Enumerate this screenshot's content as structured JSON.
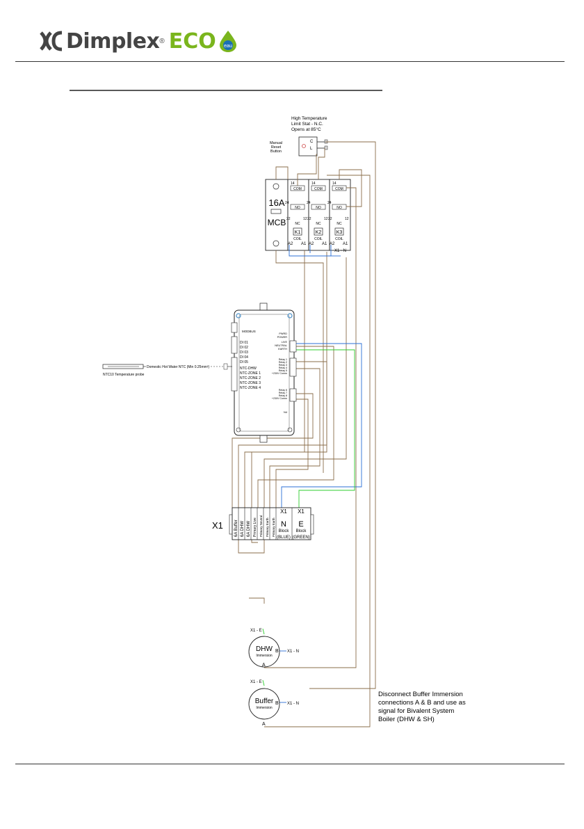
{
  "header": {
    "brand": "Dimplex",
    "brand_suffix": "ECO",
    "brand_badge": "eau",
    "reg_mark": "®"
  },
  "diagram": {
    "hi_temp": [
      "High Temperature",
      "Limit Stat - N.C.",
      "Opens at 85°C"
    ],
    "reset": [
      "Manual",
      "Reset",
      "Button"
    ],
    "mcb": {
      "rating": "16A",
      "label": "MCB"
    },
    "relays": [
      {
        "com": "COM",
        "no": "NO",
        "nc": "NC",
        "k": "K1",
        "coil": "COIL"
      },
      {
        "com": "COM",
        "no": "NO",
        "nc": "NC",
        "k": "K2",
        "coil": "COIL"
      },
      {
        "com": "COM",
        "no": "NO",
        "nc": "NC",
        "k": "K3",
        "coil": "COIL"
      }
    ],
    "pins": {
      "p14": "14",
      "p24": "24",
      "p22": "22",
      "p12": "12",
      "pA1": "A1",
      "pA2": "A2",
      "x1n": "X1 - N"
    },
    "controller": {
      "modbus": "MODBUS",
      "inputs": [
        "DI 01",
        "DI 02",
        "DI 03",
        "DI 04",
        "DI 05",
        "NTC-DHW",
        "NTC-ZONE 1",
        "NTC-ZONE 2",
        "NTC-ZONE 3",
        "NTC-ZONE 4"
      ],
      "power": [
        "PWRD",
        "POWER",
        "LIVE",
        "NEUTRAL",
        "EARTH"
      ],
      "relays_a": [
        "Relay 1",
        "Relay 2",
        "Relay 3",
        "Relay 4",
        "Relay 5",
        "+230V Comm"
      ],
      "relays_b": [
        "Relay 6",
        "Relay 7",
        "Relay 8",
        "+230V Comm"
      ],
      "code": "N4"
    },
    "probe": {
      "caption": "Domestic Hot Water NTC (Min 0.25mm²)",
      "label": "NTC10 Temperature probe"
    },
    "x1": {
      "label": "X1",
      "terminals": [
        "6A Buffer",
        "6A DHW",
        "6A DHW",
        "Primary Live",
        "Primary Neutral",
        "Primary Earth",
        "Primary Earth"
      ],
      "n_block": {
        "x": "X1",
        "letter": "N",
        "word": "Block",
        "color": "(BLUE)"
      },
      "e_block": {
        "x": "X1",
        "letter": "E",
        "word": "Block",
        "color": "(GREEN)"
      }
    },
    "dhw": {
      "name": "DHW",
      "sub": "Immersion",
      "top": "X1 - E",
      "b": "B",
      "a": "A",
      "n": "X1 - N"
    },
    "buffer": {
      "name": "Buffer",
      "sub": "Immersion",
      "top": "X1 - E",
      "b": "B",
      "a": "A",
      "n": "X1 - N"
    },
    "note": [
      "Disconnect Buffer Immersion",
      "connections A & B and use as",
      "signal for Bivalent System",
      "Boiler (DHW & SH)"
    ]
  },
  "colors": {
    "wire": "#8a6d4a",
    "neutral": "#2b6fd6",
    "earth": "#2ecc2e",
    "brand_grey": "#444444",
    "brand_green": "#7ab51d"
  }
}
